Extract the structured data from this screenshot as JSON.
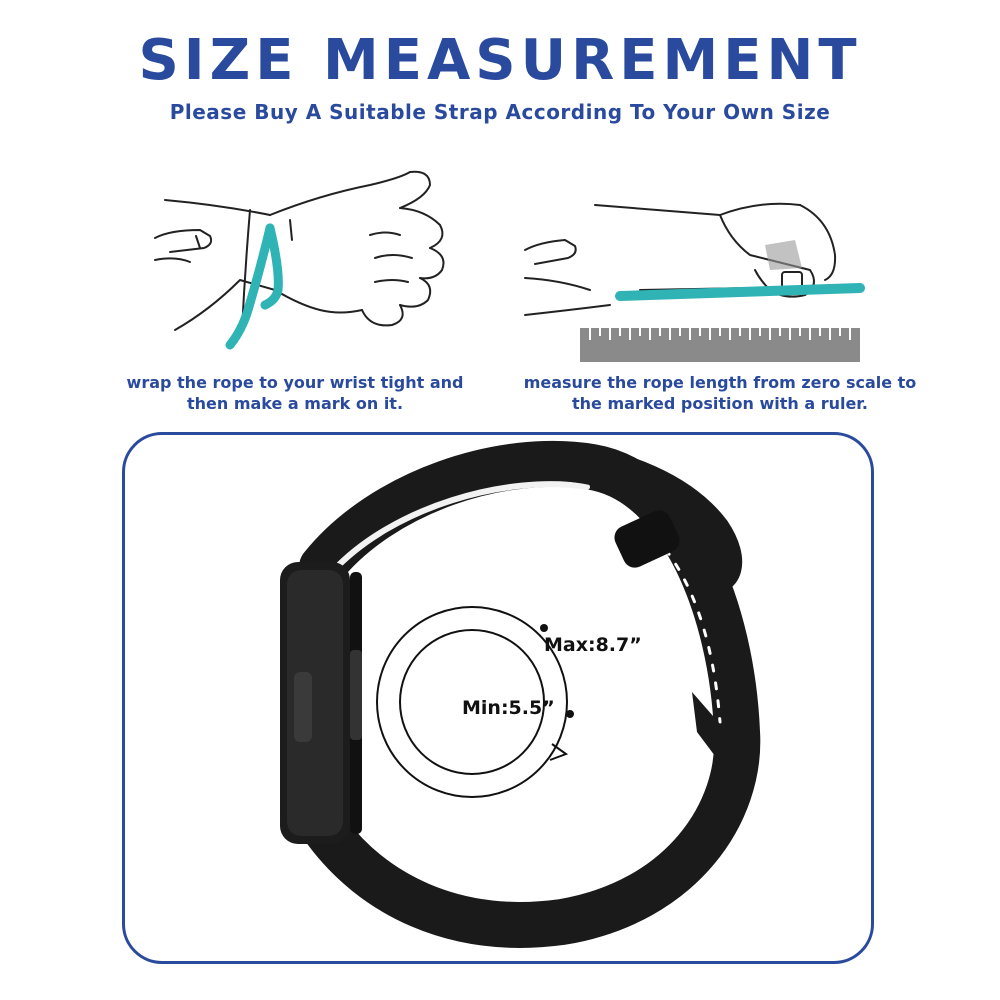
{
  "header": {
    "title": "SIZE MEASUREMENT",
    "subtitle": "Please Buy A Suitable Strap According To Your Own Size"
  },
  "steps": [
    {
      "caption_line1": "wrap the rope to your wrist tight and",
      "caption_line2": "then make a mark on it."
    },
    {
      "caption_line1": "measure the rope length from zero scale to",
      "caption_line2": "the marked position with a ruler."
    }
  ],
  "measurement": {
    "max_label": "Max:8.7”",
    "min_label": "Min:5.5”"
  },
  "colors": {
    "brand": "#2a4a9e",
    "rope": "#2fb3b5",
    "strap": "#1a1a1a",
    "ruler": "#8a8a8a"
  }
}
